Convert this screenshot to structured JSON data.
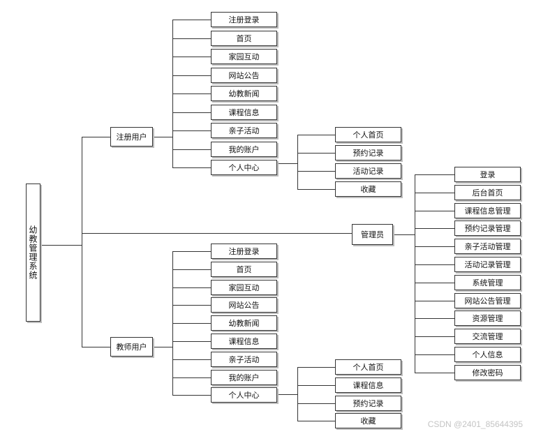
{
  "root": "幼教管理系统",
  "registered_user": {
    "label": "注册用户",
    "items": [
      "注册登录",
      "首页",
      "家园互动",
      "网站公告",
      "幼教新闻",
      "课程信息",
      "亲子活动",
      "我的账户",
      "个人中心"
    ],
    "personal_center": [
      "个人首页",
      "预约记录",
      "活动记录",
      "收藏"
    ]
  },
  "admin": {
    "label": "管理员",
    "items": [
      "登录",
      "后台首页",
      "课程信息管理",
      "预约记录管理",
      "亲子活动管理",
      "活动记录管理",
      "系统管理",
      "网站公告管理",
      "资源管理",
      "交流管理",
      "个人信息",
      "修改密码"
    ]
  },
  "teacher_user": {
    "label": "教师用户",
    "items": [
      "注册登录",
      "首页",
      "家园互动",
      "网站公告",
      "幼教新闻",
      "课程信息",
      "亲子活动",
      "我的账户",
      "个人中心"
    ],
    "personal_center": [
      "个人首页",
      "课程信息",
      "预约记录",
      "收藏"
    ]
  },
  "watermark": "CSDN @2401_85644395"
}
